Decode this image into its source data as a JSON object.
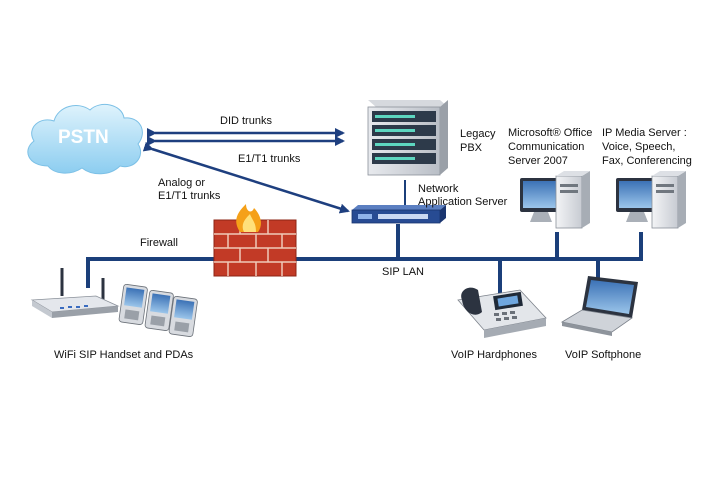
{
  "nodes": {
    "pstn": "PSTN",
    "legacy_pbx": [
      "Legacy",
      "PBX"
    ],
    "network_app_server": [
      "Network",
      "Application Server"
    ],
    "ms_ocs": [
      "Microsoft® Office",
      "Communication",
      "Server 2007"
    ],
    "ip_media_server": [
      "IP Media Server :",
      "Voice, Speech,",
      "Fax, Conferencing"
    ],
    "firewall": "Firewall",
    "sip_lan": "SIP LAN",
    "wifi": "WiFi SIP Handset and PDAs",
    "voip_hardphones": "VoIP Hardphones",
    "voip_softphone": "VoIP Softphone"
  },
  "links": {
    "did_trunks": "DID trunks",
    "e1t1_trunks": "E1/T1 trunks",
    "analog_e1t1": [
      "Analog or",
      "E1/T1 trunks"
    ]
  },
  "colors": {
    "lan_line": "#1b3f7a",
    "arrow": "#1e3f7f",
    "cloud": "#9fd6f2",
    "firewall_brick": "#c23a26",
    "flame": "#f5a018"
  }
}
